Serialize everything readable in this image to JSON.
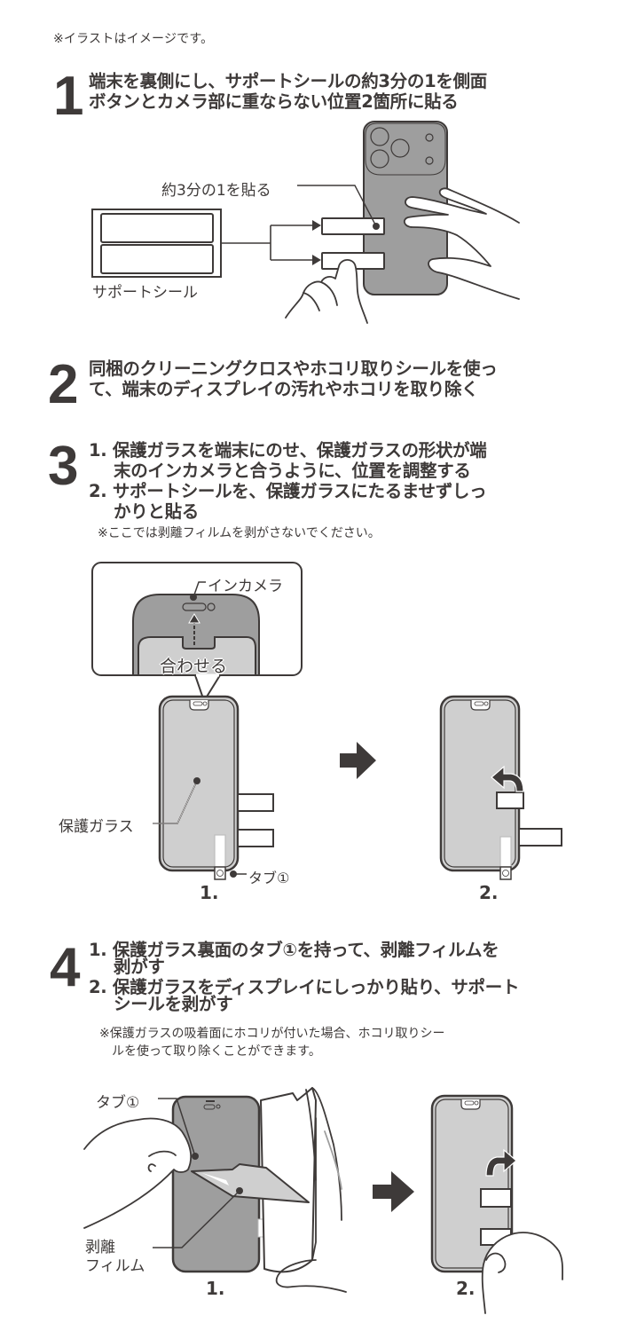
{
  "page": {
    "top_note": "※イラストはイメージです。"
  },
  "steps": [
    {
      "number": "1",
      "text_lines": [
        "端末を裏側にし、サポートシールの約3分の1を側面",
        "ボタンとカメラ部に重ならない位置2箇所に貼る"
      ],
      "figure": {
        "label_apply": "約3分の1を貼る",
        "label_seal": "サポートシール"
      }
    },
    {
      "number": "2",
      "text_lines": [
        "同梱のクリーニングクロスやホコリ取りシールを使っ",
        "て、端末のディスプレイの汚れやホコリを取り除く"
      ]
    },
    {
      "number": "3",
      "items": [
        {
          "prefix": "1.",
          "lines": [
            "保護ガラスを端末にのせ、保護ガラスの形状が端",
            "末のインカメラと合うように、位置を調整する"
          ]
        },
        {
          "prefix": "2.",
          "lines": [
            "サポートシールを、保護ガラスにたるませずしっ",
            "かりと貼る"
          ]
        }
      ],
      "note": "※ここでは剥離フィルムを剥がさないでください。",
      "figure": {
        "label_front_camera": "インカメラ",
        "label_align": "合わせる",
        "label_glass": "保護ガラス",
        "label_tab": "タブ①",
        "caption_1": "1.",
        "caption_2": "2."
      }
    },
    {
      "number": "4",
      "items": [
        {
          "prefix": "1.",
          "lines": [
            "保護ガラス裏面のタブ①を持って、剥離フィルムを",
            "剥がす"
          ]
        },
        {
          "prefix": "2.",
          "lines": [
            "保護ガラスをディスプレイにしっかり貼り、サポート",
            "シールを剥がす"
          ]
        }
      ],
      "note_lines": [
        "※保護ガラスの吸着面にホコリが付いた場合、ホコリ取りシー",
        "ルを使って取り除くことができます。"
      ],
      "figure": {
        "label_tab": "タブ①",
        "label_film_1": "剥離",
        "label_film_2": "フィルム",
        "caption_1": "1.",
        "caption_2": "2."
      }
    }
  ],
  "colors": {
    "text": "#3e3a39",
    "phone_body": "#9e9e9e",
    "glass": "#cfcfcf",
    "outline": "#3e3a39"
  }
}
